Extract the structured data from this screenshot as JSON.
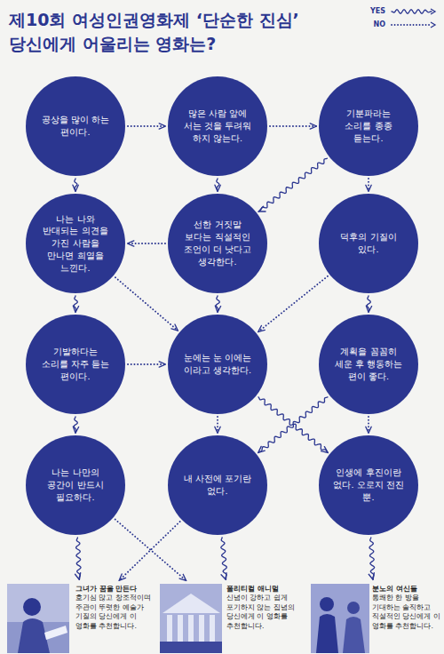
{
  "diagram": {
    "title": "제10회 여성인권영화제 ‘단순한 진심’ 당신에게 어울리는 영화는?",
    "nodes": [
      {
        "text": [
          "공상을 많이 하는 편이다."
        ]
      },
      {
        "text": [
          "많은 사람 앞에 서는 것을 두려워 하지 않는다."
        ]
      },
      {
        "text": [
          "기분파라는 소리를 종종 듣는다."
        ]
      },
      {
        "text": [
          "나는 나와 반대되는 의견을 가진 사람을 만나면 희열을 느낀다."
        ]
      },
      {
        "text": [
          "선한 거짓말 보다는 직설적인 조언이 더 낫다고 생각한다."
        ]
      },
      {
        "text": [
          "덕후의 기질이 있다."
        ]
      },
      {
        "text": [
          "기발하다는 소리를 자주 듣는 편이다."
        ]
      },
      {
        "text": [
          "눈에는 눈 이에는 이라고 생각한다."
        ]
      },
      {
        "text": [
          "계획을 꼼꼼히 세운 후 행동하는 편이 좋다."
        ]
      },
      {
        "text": [
          "나는 나만의 공간이 반드시 필요하다."
        ]
      },
      {
        "text": [
          "내 사전에 포기란 없다."
        ]
      },
      {
        "text": [
          "인생에 후진이란 없다. 오로지 전진 뿐."
        ]
      },
      {
        "text": [
          "그녀가 꿈을 만든다",
          "호기심 많고 창조적이며 주관이 뚜렷한 예술가 기질의 당신에게 이 영화를 추천합니다."
        ]
      },
      {
        "text": [
          "폴리티컬 애니멀",
          "신념이 강하고 쉽게 포기하지 않는 집념의 당신에게 이 영화를 추천합니다."
        ]
      },
      {
        "text": [
          "분노의 여신들",
          "통쾌한 한 방을 기대하는 솔직하고 직설적인 당신에게 이 영화를 추천합니다."
        ]
      }
    ],
    "edges": [
      {
        "from": 0,
        "to": 1,
        "arrow": "to"
      },
      {
        "from": 0,
        "to": 3,
        "arrow": "to"
      },
      {
        "from": 1,
        "to": 2,
        "arrow": "to"
      },
      {
        "from": 1,
        "to": 4,
        "arrow": "to"
      },
      {
        "from": 2,
        "to": 4,
        "arrow": "to"
      },
      {
        "from": 2,
        "to": 5,
        "arrow": "to"
      },
      {
        "from": 3,
        "to": 6,
        "arrow": "to"
      },
      {
        "from": 3,
        "to": 7,
        "arrow": "to"
      },
      {
        "from": 4,
        "to": 3,
        "arrow": "to"
      },
      {
        "from": 4,
        "to": 7,
        "arrow": "to"
      },
      {
        "from": 5,
        "to": 8,
        "arrow": "to"
      },
      {
        "from": 5,
        "to": 7,
        "arrow": "to"
      },
      {
        "from": 6,
        "to": 9,
        "arrow": "to"
      },
      {
        "from": 6,
        "to": 7,
        "arrow": "to"
      },
      {
        "from": 7,
        "to": 10,
        "arrow": "to"
      },
      {
        "from": 7,
        "to": 11,
        "arrow": "to"
      },
      {
        "from": 8,
        "to": 10,
        "arrow": "to"
      },
      {
        "from": 8,
        "to": 11,
        "arrow": "to"
      },
      {
        "from": 9,
        "to": 12,
        "arrow": "to"
      },
      {
        "from": 9,
        "to": 13,
        "arrow": "to"
      },
      {
        "from": 10,
        "to": 12,
        "arrow": "to"
      },
      {
        "from": 10,
        "to": 13,
        "arrow": "to"
      },
      {
        "from": 11,
        "to": 14,
        "arrow": "to"
      }
    ],
    "legend": [
      {
        "text": "YES"
      },
      {
        "text": "NO"
      }
    ]
  }
}
